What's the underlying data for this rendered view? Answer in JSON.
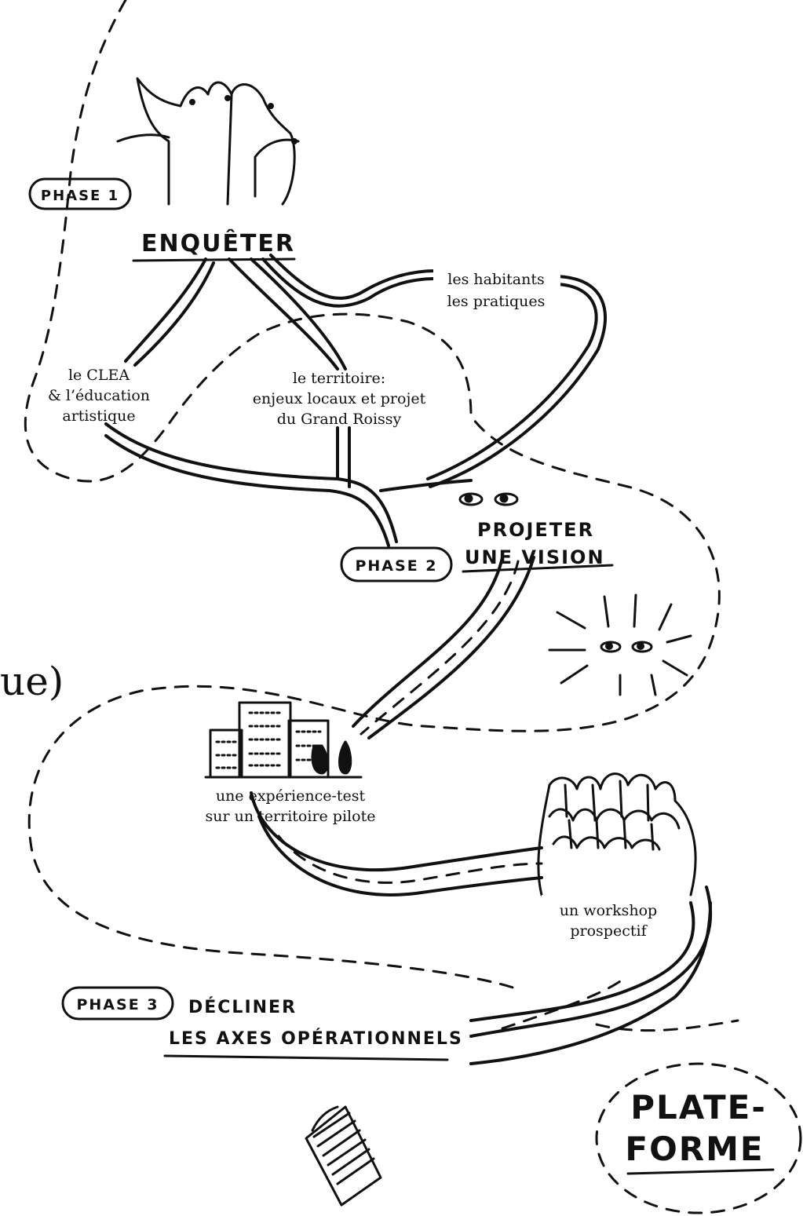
{
  "diagram": {
    "partial_text": "ue)",
    "phase1": {
      "badge": "PHASE 1",
      "title": "ENQUÊTER"
    },
    "phase2": {
      "badge": "PHASE 2",
      "title_line1": "PROJETER",
      "title_line2": "UNE VISION"
    },
    "phase3": {
      "badge": "PHASE 3",
      "title_line1": "DÉCLINER",
      "title_line2": "LES AXES OPÉRATIONNELS"
    },
    "branches": {
      "habitants": [
        "les habitants",
        "les pratiques"
      ],
      "clea": [
        "le CLEA",
        "& l’éducation",
        "artistique"
      ],
      "territoire": [
        "le territoire:",
        "enjeux locaux et projet",
        "du Grand Roissy"
      ]
    },
    "experience": [
      "une expérience-test",
      "sur un territoire pilote"
    ],
    "workshop": [
      "un workshop",
      "prospectif"
    ],
    "plateforme": [
      "PLATE-",
      "FORME"
    ],
    "icons": [
      "birds-tree-icon",
      "eyes-icon",
      "glowing-eyes-icon",
      "buildings-icon",
      "crowd-icon",
      "booklet-icon"
    ]
  }
}
